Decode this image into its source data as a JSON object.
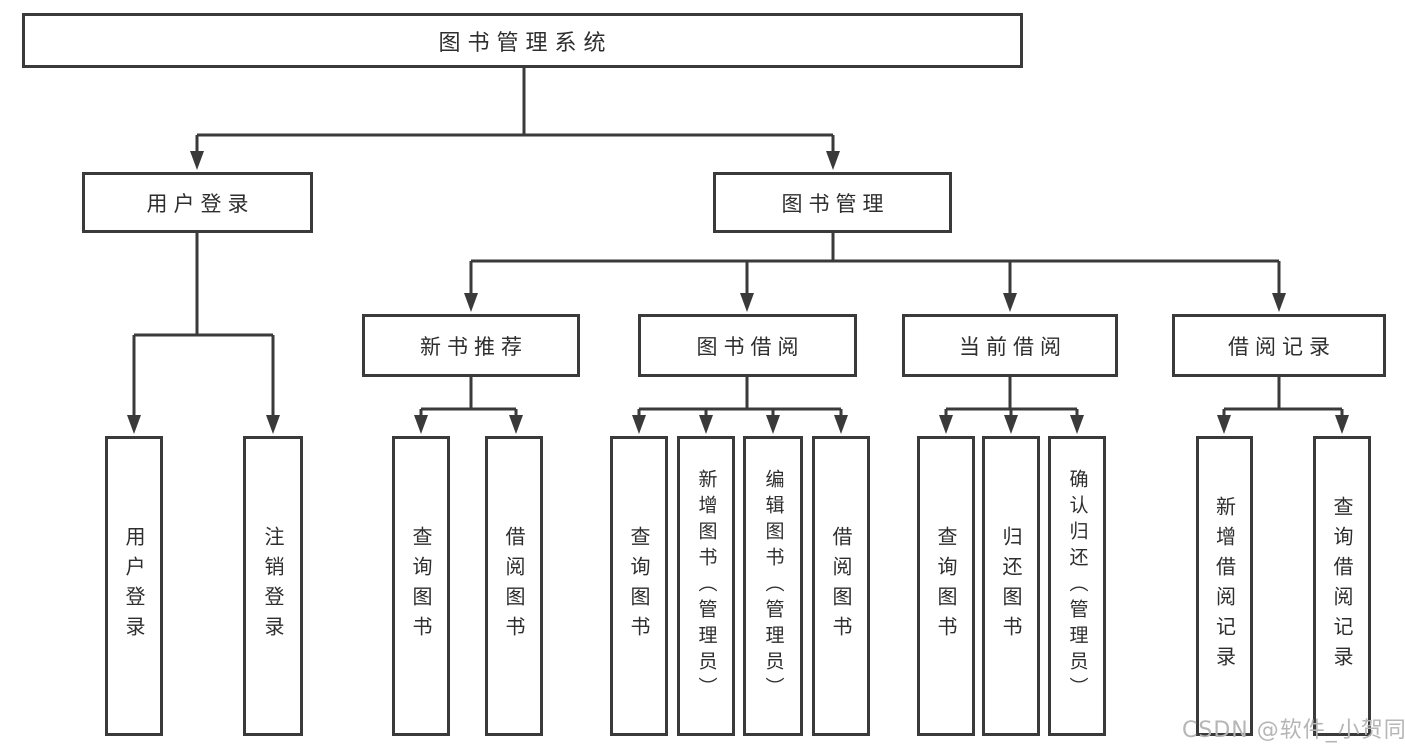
{
  "diagram": {
    "title": "图书管理系统",
    "level2": {
      "user_login": "用户登录",
      "book_mgmt": "图书管理"
    },
    "level3": {
      "new_book": "新书推荐",
      "book_borrow": "图书借阅",
      "current_borrow": "当前借阅",
      "borrow_record": "借阅记录"
    },
    "leaves": {
      "user_login_leaf": "用户登录",
      "logout": "注销登录",
      "nb_query": "查询图书",
      "nb_borrow": "借阅图书",
      "bb_query": "查询图书",
      "bb_add": "新增图书（管理员）",
      "bb_edit": "编辑图书（管理员）",
      "bb_borrow": "借阅图书",
      "cb_query": "查询图书",
      "cb_return": "归还图书",
      "cb_confirm": "确认归还（管理员）",
      "br_add": "新增借阅记录",
      "br_query": "查询借阅记录"
    }
  },
  "watermark": "CSDN @软件_小贺同学",
  "colors": {
    "line": "#3a3a3a",
    "box_border": "#3a3a3a",
    "text": "#2e2e2e",
    "watermark": "#b6b6b6",
    "background": "#ffffff"
  }
}
